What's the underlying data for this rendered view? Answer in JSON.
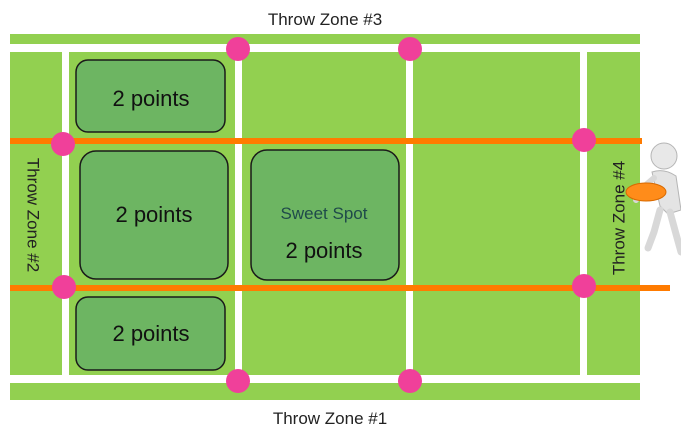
{
  "throw_zones": {
    "top": "Throw Zone #3",
    "bottom": "Throw Zone #1",
    "left": "Throw Zone #2",
    "right": "Throw Zone #4"
  },
  "scoring_boxes": [
    {
      "label": "2 points"
    },
    {
      "label": "2 points"
    },
    {
      "label": "2 points"
    }
  ],
  "sweet_spot": {
    "title": "Sweet Spot",
    "points": "2 points"
  },
  "colors": {
    "field": "#92d050",
    "lines": "#ffffff",
    "orange_lines": "#ff7b00",
    "markers": "#f0409a",
    "boxes": "#6db562",
    "box_stroke": "#1a1a1a",
    "frisbee": "#ff8c1a"
  },
  "icons": {
    "thrower": "stick-figure-thrower-icon",
    "disc": "frisbee-icon"
  }
}
